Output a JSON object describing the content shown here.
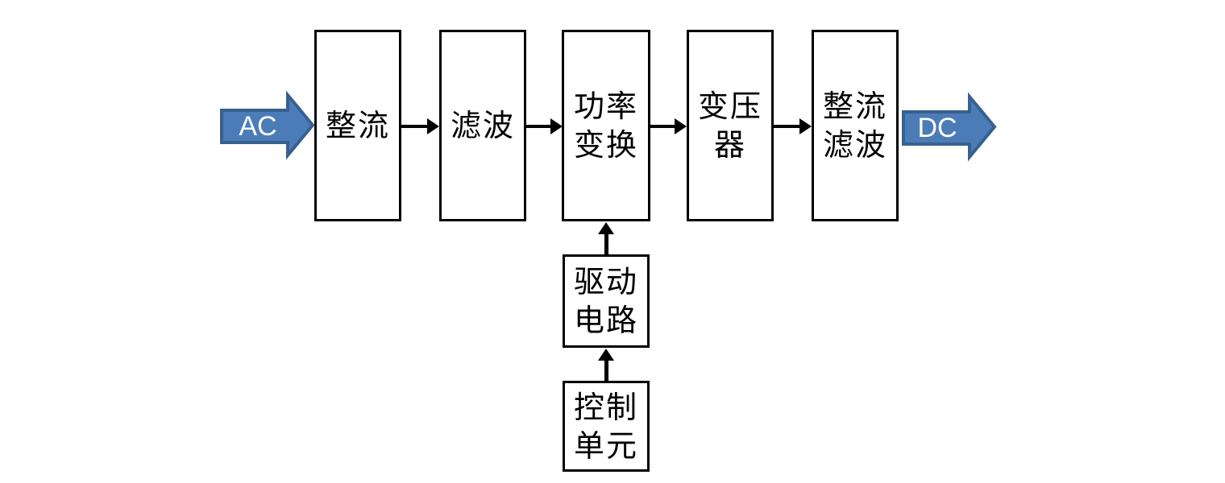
{
  "diagram": {
    "input_arrow": {
      "label": "AC"
    },
    "output_arrow": {
      "label": "DC"
    },
    "boxes": {
      "rectifier": {
        "label": "整流"
      },
      "filter": {
        "label": "滤波"
      },
      "power_conversion": {
        "label": "功率\n变换"
      },
      "transformer": {
        "label": "变压\n器"
      },
      "rectifier_filter": {
        "label": "整流\n滤波"
      },
      "drive_circuit": {
        "label": "驱动\n电路"
      },
      "control_unit": {
        "label": "控制\n单元"
      }
    },
    "colors": {
      "arrow_fill": "#4C7CB8",
      "arrow_stroke": "#36618F",
      "arrow_text": "#FFFFFF",
      "box_border": "#000000",
      "connector": "#000000"
    }
  }
}
